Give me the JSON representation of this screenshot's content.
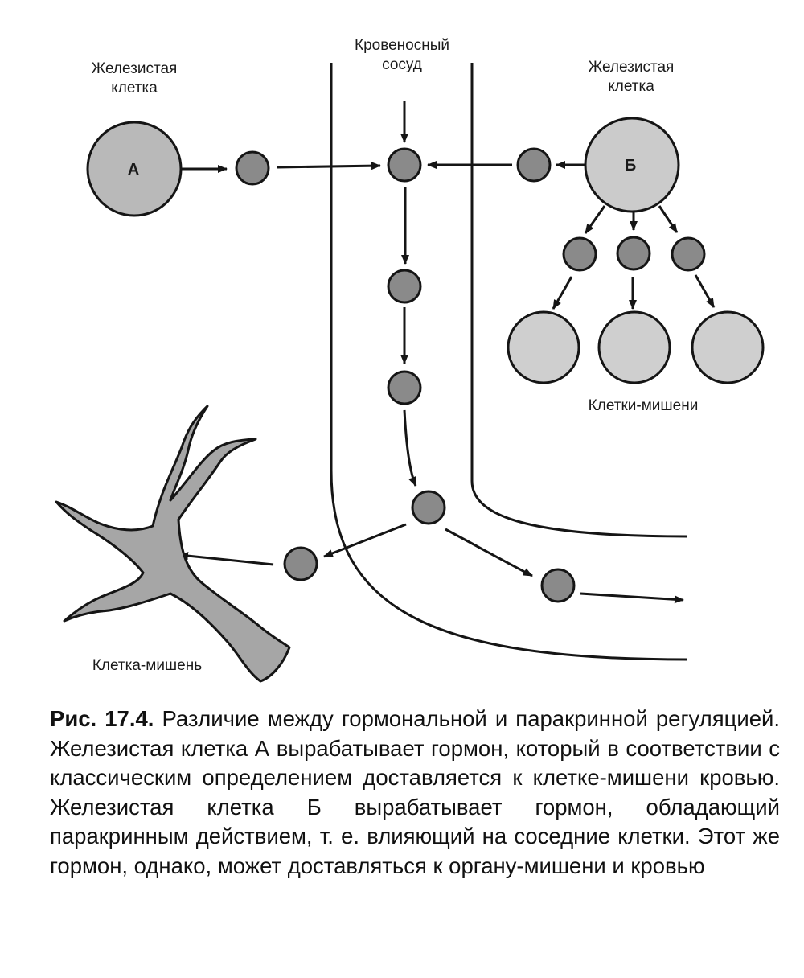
{
  "labels": {
    "gland_cell_a": "Железистая\nклетка",
    "gland_cell_b": "Железистая\nклетка",
    "blood_vessel": "Кровеносный\nсосуд",
    "target_cells": "Клетки-мишени",
    "target_cell": "Клетка-мишень"
  },
  "cells": {
    "a_letter": "А",
    "b_letter": "Б"
  },
  "caption": {
    "number": "Рис. 17.4.",
    "text": " Различие между гормональной и паракрин­ной регуляцией. Железистая клетка А вырабатывает гормон, который в соответствии с классическим опре­делением доставляется к клетке-мишени кровью. Же­лезистая клетка Б вырабатывает гормон, обладающий паракринным действием, т. е. влияющий на соседние клетки. Этот же гормон, однако, может доставляться к органу-мишени и кровью"
  },
  "colors": {
    "gland_cell_fill": "#b9b9b9",
    "hormone_fill": "#8a8a8a",
    "target_fill": "#cfcfcf",
    "neuron_fill": "#a6a6a6",
    "stroke": "#151515"
  }
}
